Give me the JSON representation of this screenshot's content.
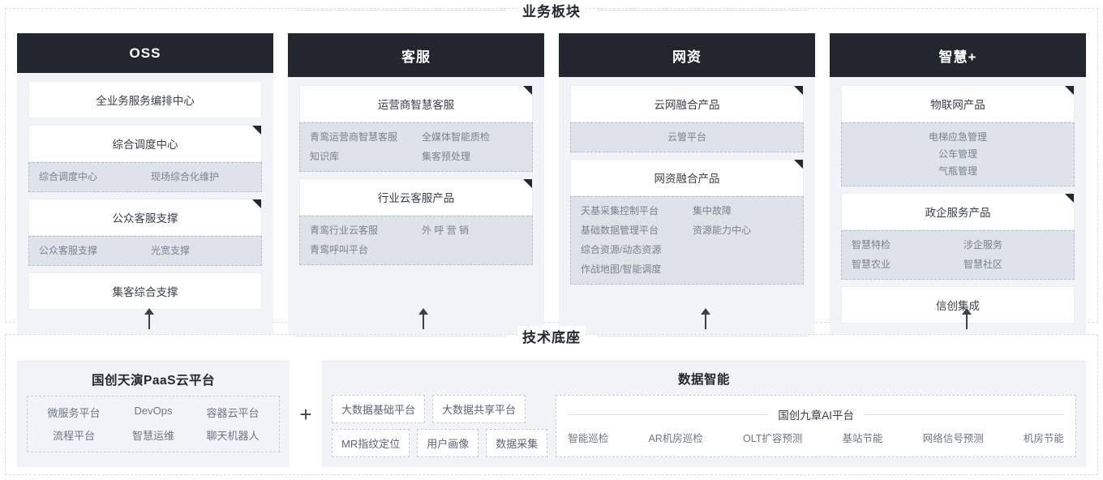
{
  "business": {
    "section_title": "业务板块",
    "columns": [
      {
        "header": "OSS",
        "groups": [
          {
            "title": "全业务服务编排中心",
            "flag": false,
            "items": [],
            "layout": "none"
          },
          {
            "title": "综合调度中心",
            "flag": true,
            "layout": "grid2",
            "items": [
              "综合调度中心",
              "现场综合化维护"
            ]
          },
          {
            "title": "公众客服支撑",
            "flag": true,
            "layout": "grid2",
            "items": [
              "公众客服支撑",
              "光宽支撑"
            ]
          },
          {
            "title": "集客综合支撑",
            "flag": false,
            "items": [],
            "layout": "none"
          }
        ]
      },
      {
        "header": "客服",
        "groups": [
          {
            "title": "运营商智慧客服",
            "flag": true,
            "layout": "grid2",
            "items": [
              "青鸾运营商智慧客服",
              "全媒体智能质检",
              "知识库",
              "集客预处理"
            ]
          },
          {
            "title": "行业云客服产品",
            "flag": true,
            "layout": "grid2",
            "items": [
              "青鸾行业云客服",
              "外 呼 营 销",
              "青鸾呼叫平台"
            ]
          }
        ]
      },
      {
        "header": "网资",
        "groups": [
          {
            "title": "云网融合产品",
            "flag": true,
            "layout": "grid1-center",
            "items": [
              "云管平台"
            ]
          },
          {
            "title": "网资融合产品",
            "flag": true,
            "layout": "grid2",
            "items": [
              "天基采集控制平台",
              "集中故障",
              "基础数据管理平台",
              "资源能力中心",
              "综合资源/动态资源",
              "",
              "作战地图/智能调度",
              ""
            ]
          }
        ]
      },
      {
        "header": "智慧+",
        "groups": [
          {
            "title": "物联网产品",
            "flag": true,
            "layout": "grid1-center",
            "items": [
              "电梯应急管理",
              "公车管理",
              "气瓶管理"
            ]
          },
          {
            "title": "政企服务产品",
            "flag": true,
            "layout": "grid2",
            "items": [
              "智慧特检",
              "涉企服务",
              "智慧农业",
              "智慧社区"
            ]
          },
          {
            "title": "信创集成",
            "flag": false,
            "items": [],
            "layout": "none"
          }
        ]
      }
    ]
  },
  "tech": {
    "section_title": "技术底座",
    "paas": {
      "title": "国创天演PaaS云平台",
      "items": [
        "微服务平台",
        "DevOps",
        "容器云平台",
        "流程平台",
        "智慧运维",
        "聊天机器人"
      ]
    },
    "plus_symbol": "+",
    "data_intelligence": {
      "title": "数据智能",
      "chips_row1": [
        "大数据基础平台",
        "大数据共享平台"
      ],
      "chips_row2": [
        "MR指纹定位",
        "用户画像",
        "数据采集"
      ],
      "ai_platform": {
        "title": "国创九章AI平台",
        "items": [
          "智能巡检",
          "AR机房巡检",
          "OLT扩容预测",
          "基站节能",
          "网络信号预测",
          "机房节能"
        ]
      }
    }
  },
  "colors": {
    "header_dark": "#22262f",
    "panel_bg": "#f1f3f6",
    "item_box_bg": "#dee2e9",
    "text_muted": "#7b8290"
  }
}
